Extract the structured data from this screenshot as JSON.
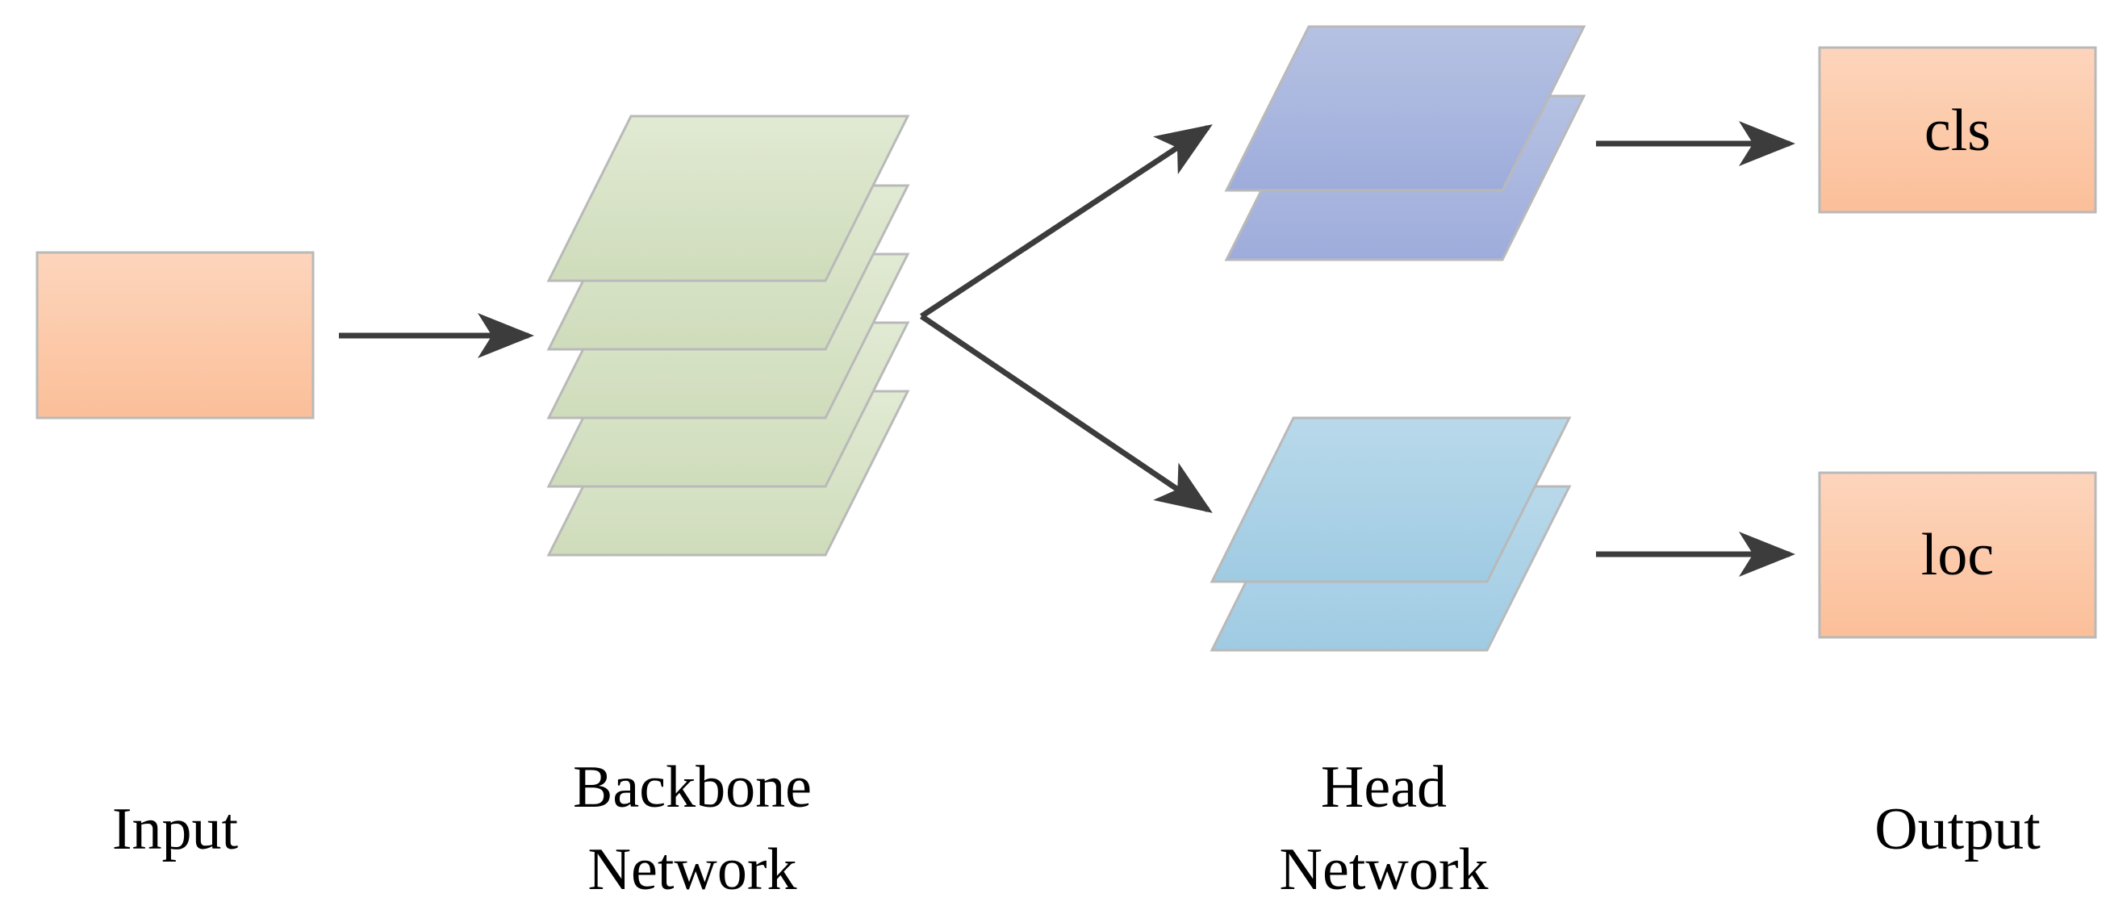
{
  "diagram": {
    "input_label": "Input",
    "backbone_label_line1": "Backbone",
    "backbone_label_line2": "Network",
    "head_label_line1": "Head",
    "head_label_line2": "Network",
    "output_label": "Output",
    "cls_label": "cls",
    "loc_label": "loc",
    "backbone_layer_count": 5,
    "head_layer_count": 2
  },
  "colors": {
    "input_box_top": "#fdd5bc",
    "input_box_bottom": "#fbbf99",
    "backbone_top": "#e1ead3",
    "backbone_bottom": "#cfdcbb",
    "head_cls_top": "#b6c2e2",
    "head_cls_bottom": "#9eacdc",
    "head_loc_top": "#b9d9ea",
    "head_loc_bottom": "#9fcbe3",
    "outline": "#b9b9b9",
    "arrow": "#3c3c3c"
  }
}
